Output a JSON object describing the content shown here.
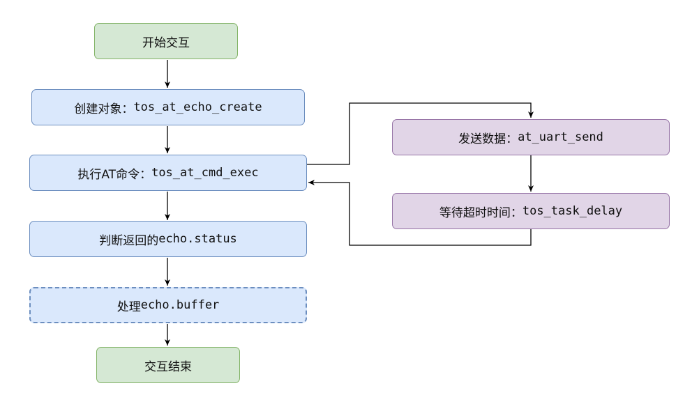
{
  "nodes": {
    "start": {
      "text": "开始交互"
    },
    "create": {
      "label": "创建对象：",
      "code": "tos_at_echo_create"
    },
    "exec": {
      "label": "执行AT命令：",
      "code": "tos_at_cmd_exec"
    },
    "judge": {
      "label": "判断返回的",
      "code": "echo.status"
    },
    "process": {
      "label": "处理",
      "code": "echo.buffer"
    },
    "end": {
      "text": "交互结束"
    },
    "send": {
      "label": "发送数据：",
      "code": "at_uart_send"
    },
    "wait": {
      "label": "等待超时时间：",
      "code": "tos_task_delay"
    }
  },
  "colors": {
    "green_fill": "#d5e8d4",
    "green_stroke": "#82b366",
    "blue_fill": "#dae8fc",
    "blue_stroke": "#6c8ebf",
    "purple_fill": "#e1d5e7",
    "purple_stroke": "#9673a6",
    "edge": "#000000"
  }
}
